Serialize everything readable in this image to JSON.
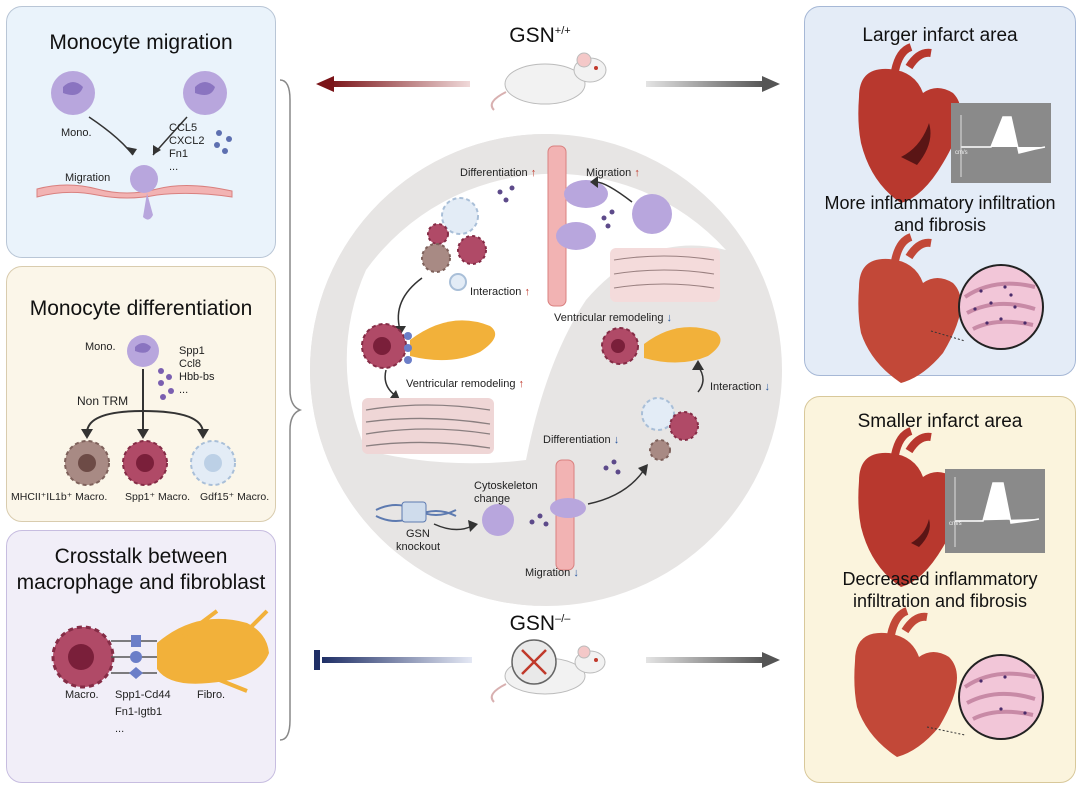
{
  "left_panels": {
    "migration": {
      "title": "Monocyte migration",
      "mono_label": "Mono.",
      "factors": [
        "CCL5",
        "CXCL2",
        "Fn1",
        "..."
      ],
      "migration_label": "Migration"
    },
    "differentiation": {
      "title": "Monocyte differentiation",
      "mono_label": "Mono.",
      "factors": [
        "Spp1",
        "Ccl8",
        "Hbb-bs",
        "..."
      ],
      "non_trm_label": "Non TRM",
      "macro_labels": [
        "MHCII⁺IL1b⁺ Macro.",
        "Spp1⁺ Macro.",
        "Gdf15⁺ Macro."
      ]
    },
    "crosstalk": {
      "title_line1": "Crosstalk between",
      "title_line2": "macrophage and fibroblast",
      "macro_label": "Macro.",
      "fibro_label": "Fibro.",
      "pairs": [
        "Spp1-Cd44",
        "Fn1-Igtb1",
        "..."
      ]
    }
  },
  "center": {
    "gsn_wt": {
      "base": "GSN",
      "sup": "+/+"
    },
    "gsn_ko": {
      "base": "GSN",
      "sup": "–/–"
    },
    "top_cycle": {
      "differentiation": "Differentiation",
      "migration": "Migration",
      "interaction": "Interaction",
      "ventricular_remodeling": "Ventricular remodeling",
      "arrow": "↑"
    },
    "bottom_cycle": {
      "ventricular_remodeling": "Ventricular remodeling",
      "interaction": "Interaction",
      "differentiation": "Differentiation",
      "cytoskeleton_line1": "Cytoskeleton",
      "cytoskeleton_line2": "change",
      "gsn_line1": "GSN",
      "gsn_line2": "knockout",
      "migration": "Migration",
      "arrow": "↓"
    }
  },
  "right_panels": {
    "top": {
      "infarct_title": "Larger infarct area",
      "inflammation_line1": "More inflammatory infiltration",
      "inflammation_line2": "and fibrosis",
      "echo_unit": "cm/s"
    },
    "bottom": {
      "infarct_title": "Smaller infarct area",
      "inflammation_line1": "Decreased inflammatory",
      "inflammation_line2": "infiltration and fibrosis",
      "echo_unit": "cm/s"
    }
  },
  "colors": {
    "blue_panel": "#eaf3fb",
    "beige_panel": "#fbf6e9",
    "lavender_panel": "#f1eef8",
    "right_top_panel": "#e4ecf7",
    "right_bottom_panel": "#fbf4dd",
    "monocyte": "#b8a6dd",
    "up_arrow": "#c0392b",
    "down_arrow": "#2c5aa0",
    "fibroblast": "#f2b13a",
    "heart": "#b8382e"
  }
}
